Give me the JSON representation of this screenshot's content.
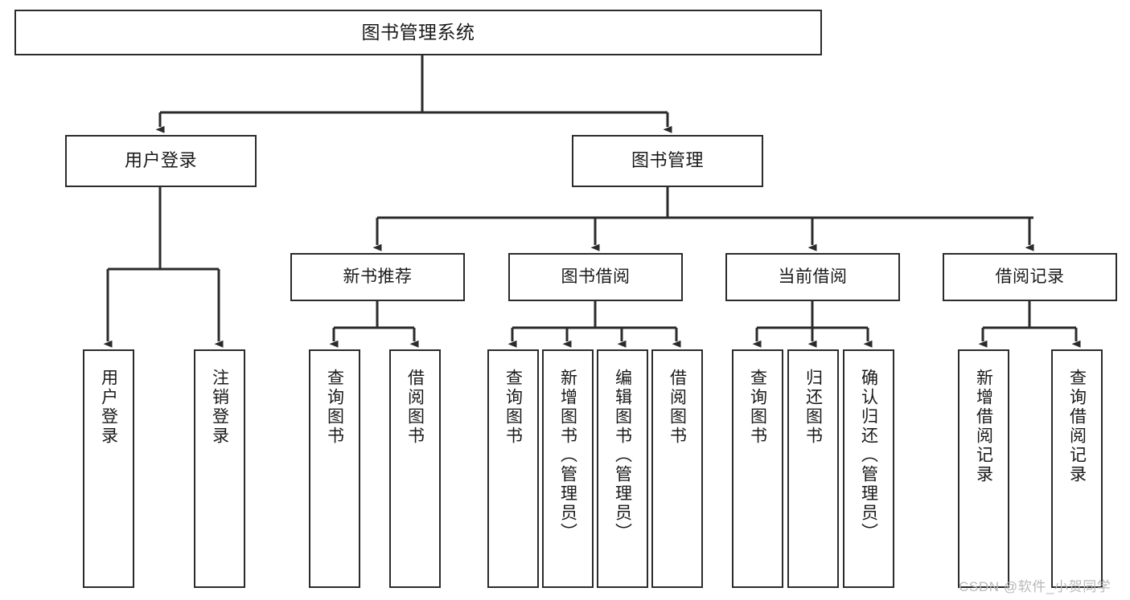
{
  "diagram": {
    "type": "tree-hierarchy",
    "title": "图书管理系统",
    "root": {
      "label": "图书管理系统"
    },
    "level2": [
      {
        "id": "user-login",
        "label": "用户登录"
      },
      {
        "id": "book-manage",
        "label": "图书管理"
      }
    ],
    "level3": [
      {
        "id": "new-book-recommend",
        "label": "新书推荐"
      },
      {
        "id": "book-borrow",
        "label": "图书借阅"
      },
      {
        "id": "current-borrow",
        "label": "当前借阅"
      },
      {
        "id": "borrow-record",
        "label": "借阅记录"
      }
    ],
    "leaves": [
      {
        "id": "leaf-user-login",
        "parent": "user-login",
        "label": "用户登录"
      },
      {
        "id": "leaf-user-logout",
        "parent": "user-login",
        "label": "注销登录"
      },
      {
        "id": "leaf-query-book-1",
        "parent": "new-book-recommend",
        "label": "查询图书"
      },
      {
        "id": "leaf-borrow-book-1",
        "parent": "new-book-recommend",
        "label": "借阅图书"
      },
      {
        "id": "leaf-query-book-2",
        "parent": "book-borrow",
        "label": "查询图书"
      },
      {
        "id": "leaf-add-book",
        "parent": "book-borrow",
        "label": "新增图书（管理员）"
      },
      {
        "id": "leaf-edit-book",
        "parent": "book-borrow",
        "label": "编辑图书（管理员）"
      },
      {
        "id": "leaf-borrow-book-2",
        "parent": "book-borrow",
        "label": "借阅图书"
      },
      {
        "id": "leaf-query-book-3",
        "parent": "current-borrow",
        "label": "查询图书"
      },
      {
        "id": "leaf-return-book",
        "parent": "current-borrow",
        "label": "归还图书"
      },
      {
        "id": "leaf-confirm-return",
        "parent": "current-borrow",
        "label": "确认归还（管理员）"
      },
      {
        "id": "leaf-add-record",
        "parent": "borrow-record",
        "label": "新增借阅记录"
      },
      {
        "id": "leaf-query-record",
        "parent": "borrow-record",
        "label": "查询借阅记录"
      }
    ]
  },
  "watermark": {
    "text": "CSDN @软件_小贺同学"
  },
  "colors": {
    "stroke": "#2b2b2b",
    "fill": "#ffffff",
    "text": "#1a1a1a",
    "watermark": "#b9b9b9"
  }
}
